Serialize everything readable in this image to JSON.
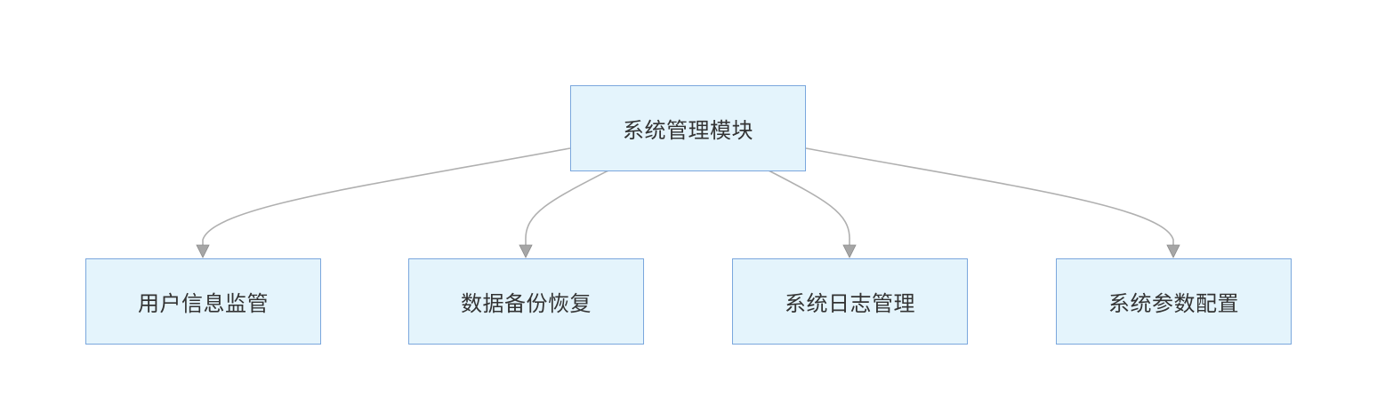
{
  "diagram": {
    "type": "tree",
    "root": {
      "label": "系统管理模块"
    },
    "children": [
      {
        "label": "用户信息监管"
      },
      {
        "label": "数据备份恢复"
      },
      {
        "label": "系统日志管理"
      },
      {
        "label": "系统参数配置"
      }
    ],
    "colors": {
      "node_fill": "#e4f4fc",
      "node_border": "#7aa7dd",
      "edge": "#b0b0b0",
      "arrowhead": "#a6a6a6",
      "text": "#333333"
    }
  }
}
